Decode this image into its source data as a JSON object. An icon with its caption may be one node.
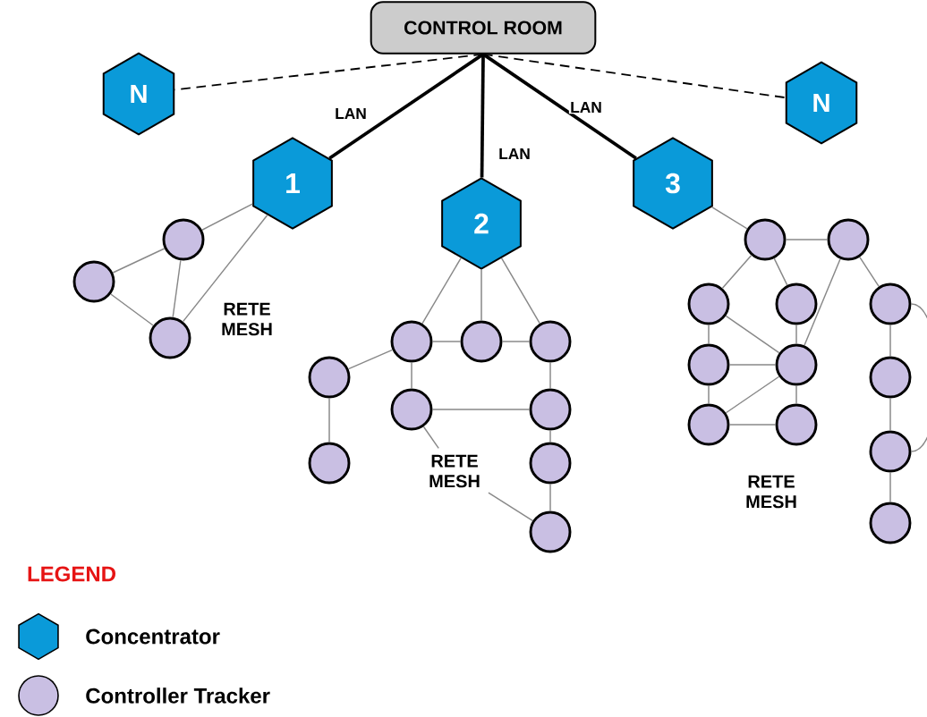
{
  "diagram": {
    "nodes": [
      {
        "text": [
          "CONTROL ROOM"
        ]
      },
      {
        "text": [
          "N"
        ]
      },
      {
        "text": [
          "N"
        ]
      },
      {
        "text": [
          "1"
        ]
      },
      {
        "text": [
          "2"
        ]
      },
      {
        "text": [
          "3"
        ]
      },
      {
        "text": [],
        "shape": "circle"
      },
      {
        "text": [],
        "shape": "circle"
      },
      {
        "text": [],
        "shape": "circle"
      },
      {
        "text": [],
        "shape": "circle"
      },
      {
        "text": [],
        "shape": "circle"
      },
      {
        "text": [],
        "shape": "circle"
      },
      {
        "text": [],
        "shape": "circle"
      },
      {
        "text": [],
        "shape": "circle"
      },
      {
        "text": [],
        "shape": "circle"
      },
      {
        "text": [],
        "shape": "circle"
      },
      {
        "text": [],
        "shape": "circle"
      },
      {
        "text": [],
        "shape": "circle"
      },
      {
        "text": [],
        "shape": "circle"
      },
      {
        "text": [],
        "shape": "circle"
      },
      {
        "text": [],
        "shape": "circle"
      },
      {
        "text": [],
        "shape": "circle"
      },
      {
        "text": [],
        "shape": "circle"
      },
      {
        "text": [],
        "shape": "circle"
      },
      {
        "text": [],
        "shape": "circle"
      },
      {
        "text": [],
        "shape": "circle"
      },
      {
        "text": [],
        "shape": "circle"
      },
      {
        "text": [],
        "shape": "circle"
      },
      {
        "text": [],
        "shape": "circle"
      },
      {
        "text": [],
        "shape": "circle"
      },
      {
        "text": [
          "RETE MESH"
        ]
      }
    ],
    "edges": [
      {
        "from": 0,
        "to": 1,
        "arrow": "none",
        "style": "dashed",
        "color": "#000000"
      },
      {
        "from": 0,
        "to": 2,
        "arrow": "none",
        "style": "dashed",
        "color": "#000000"
      },
      {
        "from": 0,
        "to": 3,
        "arrow": "none",
        "label": "LAN",
        "style": "thick",
        "color": "#000000"
      },
      {
        "from": 0,
        "to": 4,
        "arrow": "none",
        "label": "LAN",
        "style": "thick",
        "color": "#000000"
      },
      {
        "from": 0,
        "to": 5,
        "arrow": "none",
        "label": "LAN",
        "style": "thick",
        "color": "#000000"
      },
      {
        "from": 3,
        "to": 6,
        "arrow": "none"
      },
      {
        "from": 3,
        "to": 8,
        "arrow": "none"
      },
      {
        "from": 6,
        "to": 7,
        "arrow": "none"
      },
      {
        "from": 6,
        "to": 8,
        "arrow": "none"
      },
      {
        "from": 7,
        "to": 8,
        "arrow": "none"
      },
      {
        "from": 4,
        "to": 9,
        "arrow": "none"
      },
      {
        "from": 4,
        "to": 10,
        "arrow": "none"
      },
      {
        "from": 4,
        "to": 11,
        "arrow": "none"
      },
      {
        "from": 9,
        "to": 10,
        "arrow": "none"
      },
      {
        "from": 10,
        "to": 11,
        "arrow": "none"
      },
      {
        "from": 9,
        "to": 12,
        "arrow": "none"
      },
      {
        "from": 12,
        "to": 15,
        "arrow": "none"
      },
      {
        "from": 9,
        "to": 13,
        "arrow": "none"
      },
      {
        "from": 13,
        "to": 14,
        "arrow": "none"
      },
      {
        "from": 11,
        "to": 14,
        "arrow": "none"
      },
      {
        "from": 14,
        "to": 16,
        "arrow": "none"
      },
      {
        "from": 16,
        "to": 17,
        "arrow": "none"
      },
      {
        "from": 30,
        "to": 13,
        "arrow": "none"
      },
      {
        "from": 30,
        "to": 17,
        "arrow": "none"
      },
      {
        "from": 5,
        "to": 18,
        "arrow": "none"
      },
      {
        "from": 18,
        "to": 19,
        "arrow": "none"
      },
      {
        "from": 18,
        "to": 20,
        "arrow": "none"
      },
      {
        "from": 18,
        "to": 21,
        "arrow": "none"
      },
      {
        "from": 19,
        "to": 24,
        "arrow": "none"
      },
      {
        "from": 19,
        "to": 22,
        "arrow": "none"
      },
      {
        "from": 20,
        "to": 23,
        "arrow": "none"
      },
      {
        "from": 20,
        "to": 24,
        "arrow": "none"
      },
      {
        "from": 21,
        "to": 24,
        "arrow": "none"
      },
      {
        "from": 23,
        "to": 24,
        "arrow": "none"
      },
      {
        "from": 23,
        "to": 26,
        "arrow": "none"
      },
      {
        "from": 24,
        "to": 26,
        "arrow": "none"
      },
      {
        "from": 24,
        "to": 27,
        "arrow": "none"
      },
      {
        "from": 26,
        "to": 27,
        "arrow": "none"
      },
      {
        "from": 22,
        "to": 25,
        "arrow": "none"
      },
      {
        "from": 22,
        "to": 28,
        "arrow": "none"
      },
      {
        "from": 25,
        "to": 28,
        "arrow": "none"
      },
      {
        "from": 28,
        "to": 29,
        "arrow": "none"
      }
    ],
    "labels": [
      "RETE MESH",
      "RETE MESH",
      "LEGEND"
    ],
    "legend": [
      {
        "text": "Concentrator",
        "color": "#0a9ad9"
      },
      {
        "text": "Controller Tracker",
        "color": "#c9bfe3"
      }
    ]
  }
}
